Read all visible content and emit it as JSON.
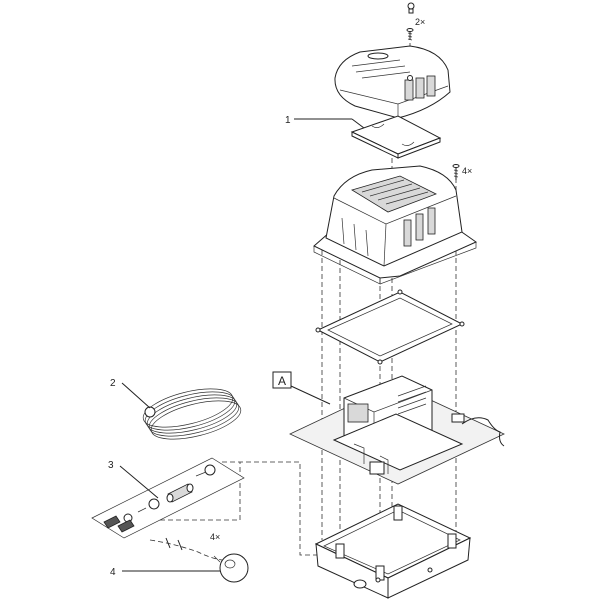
{
  "callouts": {
    "part_1": "1",
    "part_2": "2",
    "part_3": "3",
    "part_4": "4",
    "assembly_a": "A",
    "qty_top_screws": "2×",
    "qty_side_screws": "4×",
    "qty_float_4": "4×"
  },
  "colors": {
    "line": "#222222",
    "panel": "#f2f2f2",
    "shade": "#d9d9d9"
  }
}
